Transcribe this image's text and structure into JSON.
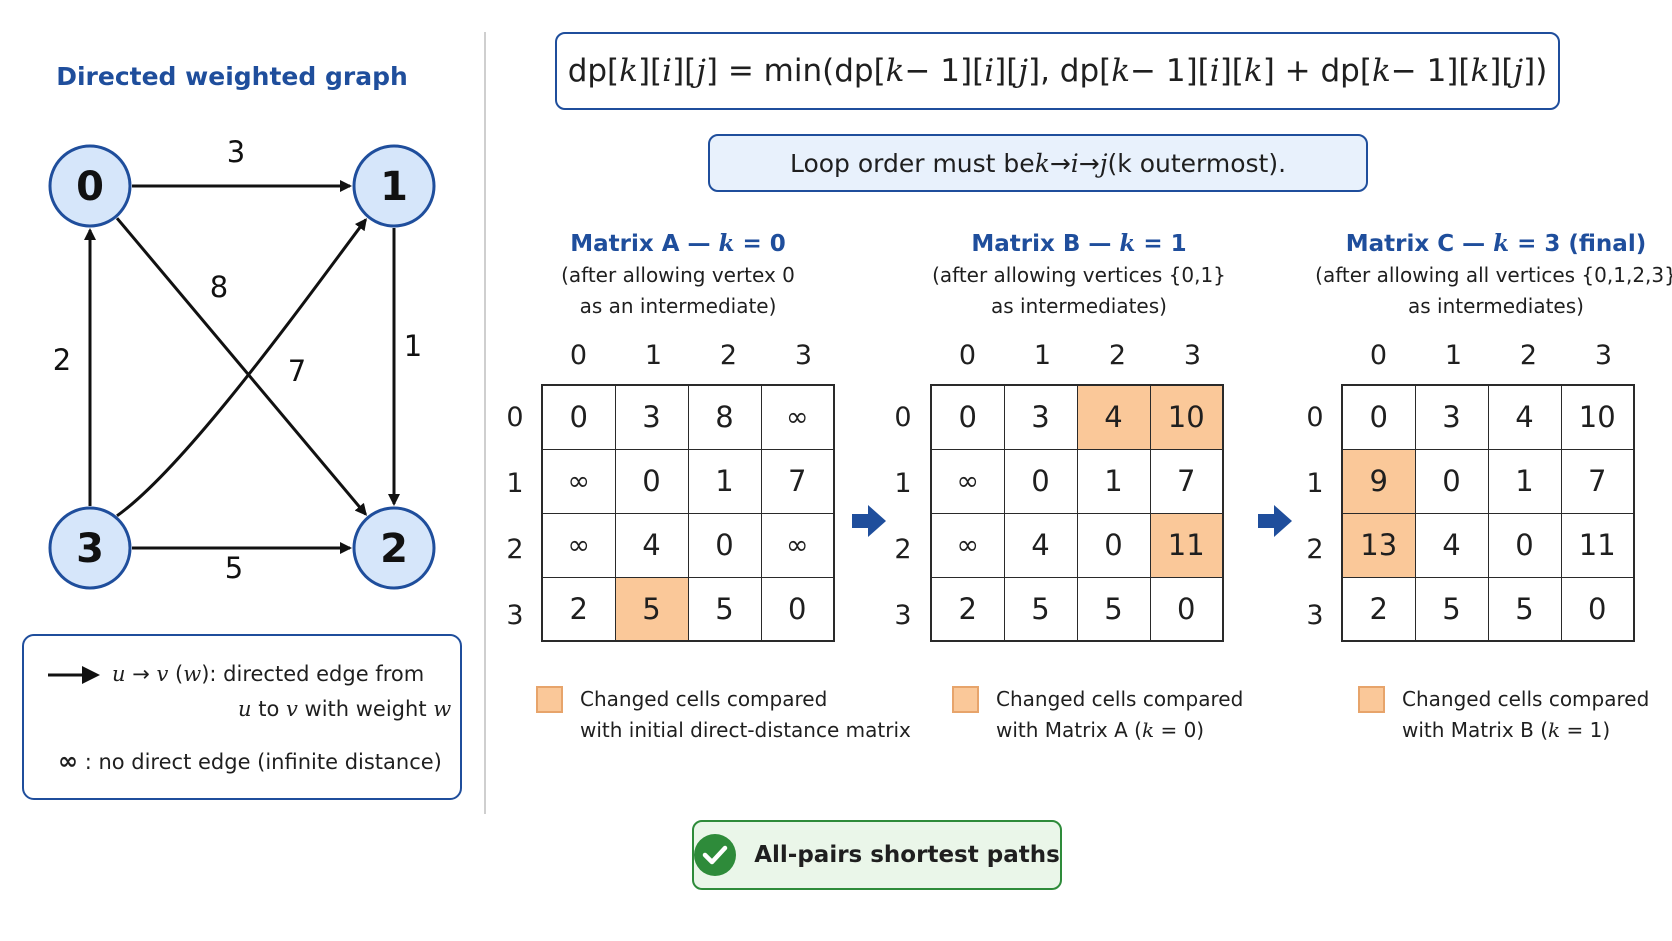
{
  "graph": {
    "title": "Directed weighted graph",
    "nodes": [
      {
        "id": "0",
        "label": "0"
      },
      {
        "id": "1",
        "label": "1"
      },
      {
        "id": "2",
        "label": "2"
      },
      {
        "id": "3",
        "label": "3"
      }
    ],
    "edges": [
      {
        "from": "0",
        "to": "1",
        "weight": "3"
      },
      {
        "from": "0",
        "to": "2",
        "weight": "8"
      },
      {
        "from": "1",
        "to": "2",
        "weight": "1"
      },
      {
        "from": "3",
        "to": "0",
        "weight": "2"
      },
      {
        "from": "3",
        "to": "1",
        "weight": "7"
      },
      {
        "from": "3",
        "to": "2",
        "weight": "5"
      }
    ]
  },
  "legend": {
    "edge_line1": "u → v  (w):  directed edge from",
    "edge_line2": "u to v with weight w",
    "inf_symbol": "∞",
    "inf_text": ":  no direct edge (infinite distance)"
  },
  "formula": "dp[k][i][j]  =  min(dp[k − 1][i][j],  dp[k − 1][i][k]  +  dp[k − 1][k][j])",
  "loop_note": "Loop order must be k → i → j (k outermost).",
  "matrices": [
    {
      "title": "Matrix A — k = 0",
      "subtitle_lines": [
        "(after allowing vertex 0",
        "as an intermediate)"
      ],
      "col_headers": [
        "0",
        "1",
        "2",
        "3"
      ],
      "row_headers": [
        "0",
        "1",
        "2",
        "3"
      ],
      "cells": [
        [
          "0",
          "3",
          "8",
          "∞"
        ],
        [
          "∞",
          "0",
          "1",
          "7"
        ],
        [
          "∞",
          "4",
          "0",
          "∞"
        ],
        [
          "2",
          "5",
          "5",
          "0"
        ]
      ],
      "highlighted": [
        [
          3,
          1
        ]
      ],
      "legend_lines": [
        "Changed cells compared",
        "with initial direct-distance matrix"
      ]
    },
    {
      "title": "Matrix B — k = 1",
      "subtitle_lines": [
        "(after allowing vertices {0,1}",
        "as intermediates)"
      ],
      "col_headers": [
        "0",
        "1",
        "2",
        "3"
      ],
      "row_headers": [
        "0",
        "1",
        "2",
        "3"
      ],
      "cells": [
        [
          "0",
          "3",
          "4",
          "10"
        ],
        [
          "∞",
          "0",
          "1",
          "7"
        ],
        [
          "∞",
          "4",
          "0",
          "11"
        ],
        [
          "2",
          "5",
          "5",
          "0"
        ]
      ],
      "highlighted": [
        [
          0,
          2
        ],
        [
          0,
          3
        ],
        [
          2,
          3
        ]
      ],
      "legend_lines": [
        "Changed cells compared",
        "with Matrix A (k = 0)"
      ]
    },
    {
      "title": "Matrix C — k = 3 (final)",
      "subtitle_lines": [
        "(after allowing all vertices {0,1,2,3}",
        "as intermediates)"
      ],
      "col_headers": [
        "0",
        "1",
        "2",
        "3"
      ],
      "row_headers": [
        "0",
        "1",
        "2",
        "3"
      ],
      "cells": [
        [
          "0",
          "3",
          "4",
          "10"
        ],
        [
          "9",
          "0",
          "1",
          "7"
        ],
        [
          "13",
          "4",
          "0",
          "11"
        ],
        [
          "2",
          "5",
          "5",
          "0"
        ]
      ],
      "highlighted": [
        [
          1,
          0
        ],
        [
          2,
          0
        ]
      ],
      "legend_lines": [
        "Changed cells compared",
        "with Matrix B (k = 1)"
      ]
    }
  ],
  "final_label": "All-pairs shortest paths",
  "colors": {
    "accent": "#1f4e9c",
    "node_fill": "#d6e6fa",
    "highlight": "#fac899",
    "success": "#2e8b3a"
  }
}
